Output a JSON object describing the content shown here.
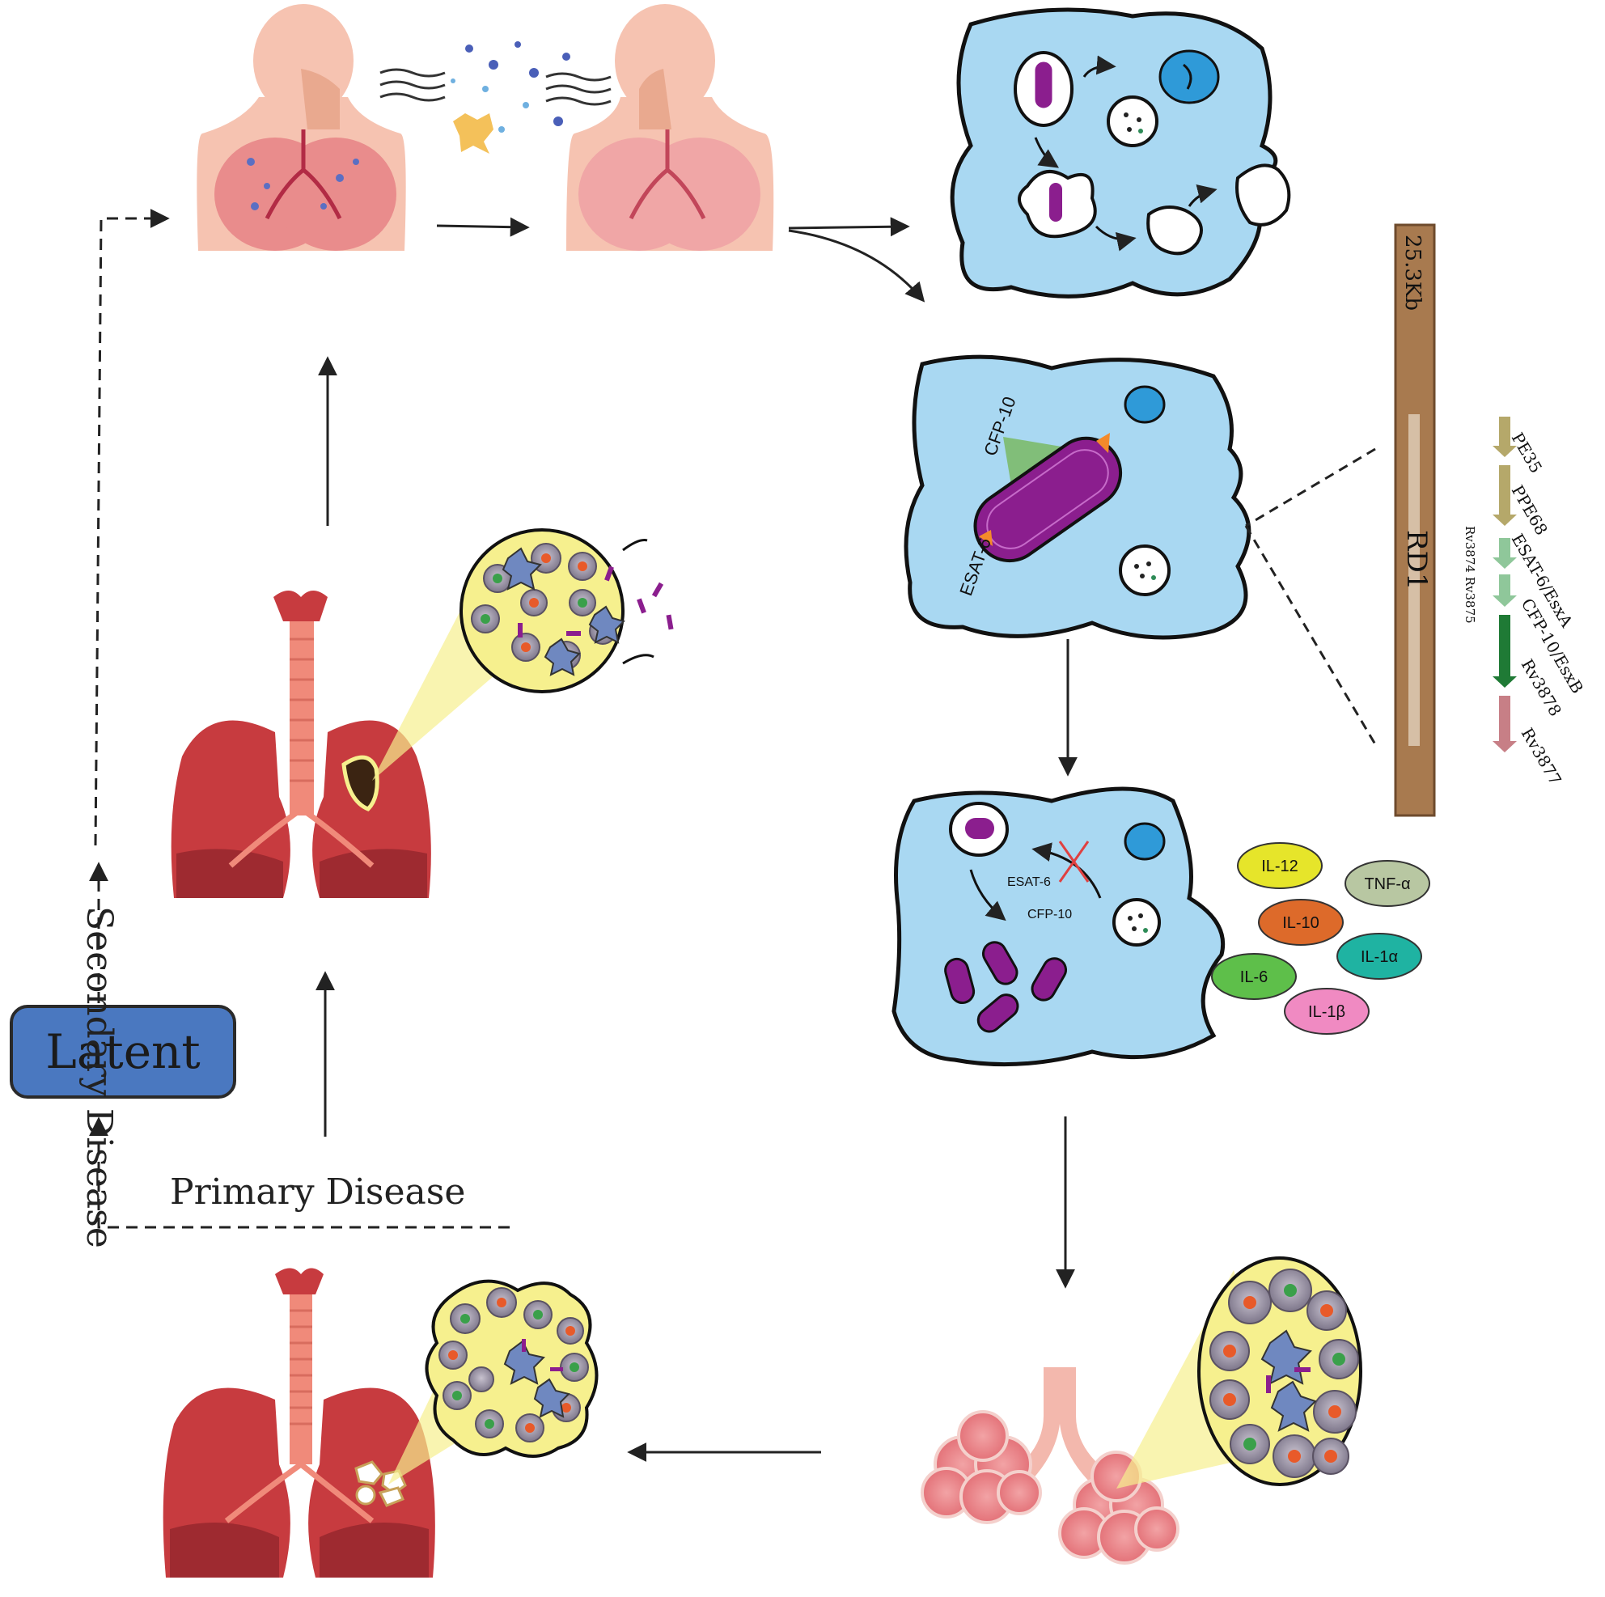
{
  "labels": {
    "latent": "Latent",
    "primary_disease": "Primary Disease",
    "secondary_disease": "Secondary Disease"
  },
  "macrophage2": {
    "cfp10": "CFP-10",
    "esat6": "ESAT-6"
  },
  "macrophage3": {
    "esat6": "ESAT-6",
    "cfp10": "CFP-10"
  },
  "rd1_locus": {
    "size": "25.3Kb",
    "name": "RD1",
    "genes": [
      {
        "label": "PE35",
        "color": "#b5a86a"
      },
      {
        "label": "PPE68",
        "color": "#b5a86a"
      },
      {
        "label": "ESAT-6/EsxA",
        "color": "#8fc79a"
      },
      {
        "label": "CFP-10/EsxB",
        "color": "#8fc79a"
      },
      {
        "label": "Rv3878",
        "color": "#1f7a35"
      },
      {
        "label": "Rv3877",
        "color": "#c77f86"
      }
    ],
    "side_genes": "Rv3874 Rv3875"
  },
  "cytokines": [
    {
      "label": "IL-12",
      "color": "#e6e52a"
    },
    {
      "label": "TNF-α",
      "color": "#b8c7a2"
    },
    {
      "label": "IL-10",
      "color": "#dd6a2a"
    },
    {
      "label": "IL-1α",
      "color": "#1fb3a2"
    },
    {
      "label": "IL-6",
      "color": "#5ebf4a"
    },
    {
      "label": "IL-1β",
      "color": "#f08ac2"
    }
  ],
  "colors": {
    "macrophage": "#a9d8f2",
    "lung": "#c73b3f",
    "granuloma": "#f6f08e",
    "bacterium": "#8b1e8e",
    "latent_box": "#4a78c0"
  }
}
